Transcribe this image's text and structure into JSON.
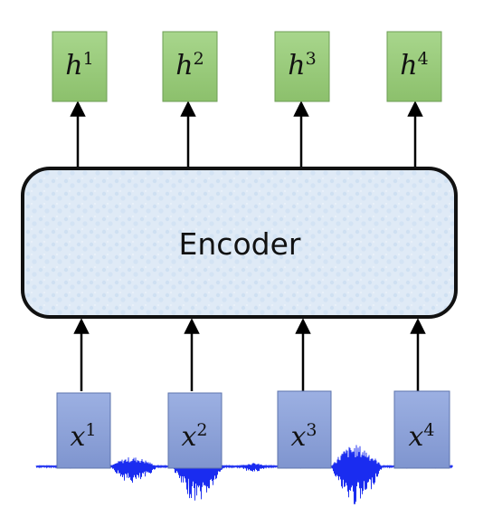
{
  "encoder": {
    "label": "Encoder"
  },
  "outputs": [
    {
      "base": "h",
      "sup": "1"
    },
    {
      "base": "h",
      "sup": "2"
    },
    {
      "base": "h",
      "sup": "3"
    },
    {
      "base": "h",
      "sup": "4"
    }
  ],
  "inputs": [
    {
      "base": "x",
      "sup": "1"
    },
    {
      "base": "x",
      "sup": "2"
    },
    {
      "base": "x",
      "sup": "3"
    },
    {
      "base": "x",
      "sup": "4"
    }
  ],
  "colors": {
    "output_box_fill": "#9ccc7c",
    "output_box_stroke": "#6e9e55",
    "input_box_fill": "#8da2d8",
    "input_box_stroke": "#5e74ad",
    "encoder_fill": "#dfeaf6",
    "encoder_stroke": "#111111",
    "arrow": "#000000",
    "waveform": "#1a2cf0"
  },
  "icons": {
    "waveform": "audio-waveform-icon"
  }
}
